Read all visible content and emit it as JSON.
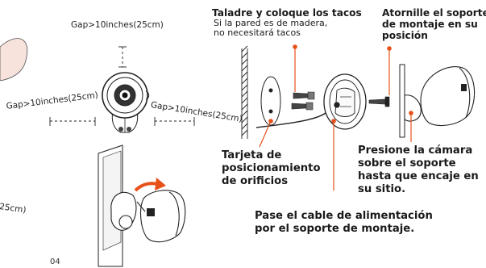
{
  "gap_top": "Gap>10inches(25cm)",
  "gap_left": "Gap>10inches(25cm)",
  "gap_right": "Gap>10inches(25cm)",
  "gap_partial": "25cm)",
  "page_number": "04",
  "step_drill": {
    "title": "Taladre y coloque los tacos",
    "note_line1": "Si la pared es de madera,",
    "note_line2": "no necesitará tacos"
  },
  "step_screw": {
    "line1": "Atornille el soporte",
    "line2": "de montaje en su",
    "line3": "posición"
  },
  "hole_card": {
    "line1": "Tarjeta de",
    "line2": "posicionamiento",
    "line3": "de orificios"
  },
  "press_camera": {
    "line1": "Presione la cámara",
    "line2": "sobre el soporte",
    "line3": "hasta que encaje en",
    "line4": "su sitio."
  },
  "cable": {
    "line1": "Pase el cable de alimentación",
    "line2": "por el soporte de montaje."
  },
  "colors": {
    "accent": "#e8501a",
    "line": "#1a1a1a"
  }
}
